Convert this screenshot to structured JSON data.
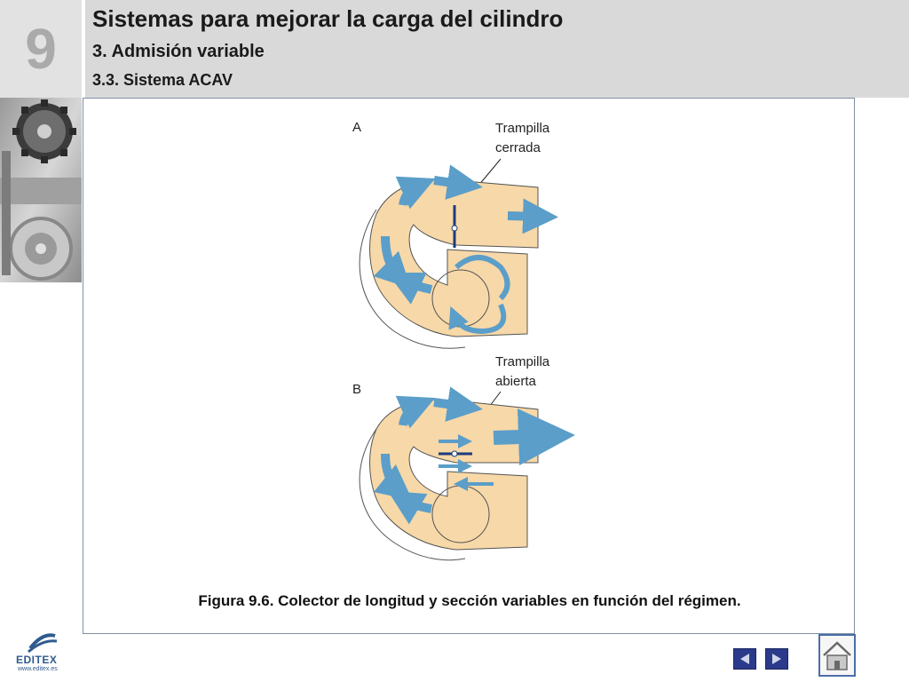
{
  "chapter": {
    "number": "9"
  },
  "header": {
    "title": "Sistemas para mejorar la carga del cilindro",
    "section": "3. Admisión variable",
    "subsection": "3.3. Sistema ACAV"
  },
  "figure": {
    "panel_a_label": "A",
    "panel_a_note_line1": "Trampilla",
    "panel_a_note_line2": "cerrada",
    "panel_b_label": "B",
    "panel_b_note_line1": "Trampilla",
    "panel_b_note_line2": "abierta",
    "caption": "Figura 9.6. Colector de longitud y sección variables en función del régimen.",
    "fill_color": "#f7d8a8",
    "arrow_color": "#5b9ec9"
  },
  "logo": {
    "name": "EDITEX",
    "url": "www.editex.es"
  },
  "nav": {
    "prev": "previous-slide",
    "next": "next-slide",
    "home": "home"
  }
}
